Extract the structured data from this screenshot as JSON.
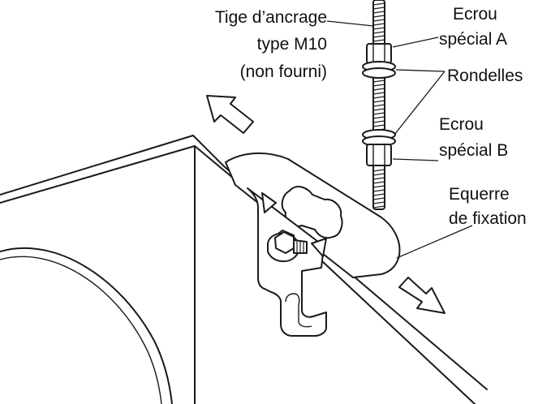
{
  "labels": {
    "anchor_rod_line1": "Tige d’ancrage",
    "anchor_rod_line2": "type M10",
    "anchor_rod_line3": "(non fourni)",
    "nut_a_line1": "Ecrou",
    "nut_a_line2": "spécial A",
    "washers": "Rondelles",
    "nut_b_line1": "Ecrou",
    "nut_b_line2": "spécial B",
    "bracket_line1": "Equerre",
    "bracket_line2": "de fixation"
  },
  "colors": {
    "stroke": "#1a1a1a",
    "background": "#ffffff"
  },
  "icons": {
    "direction_arrow_up": "arrow-up-left-icon",
    "direction_arrow_down": "arrow-down-right-icon"
  }
}
